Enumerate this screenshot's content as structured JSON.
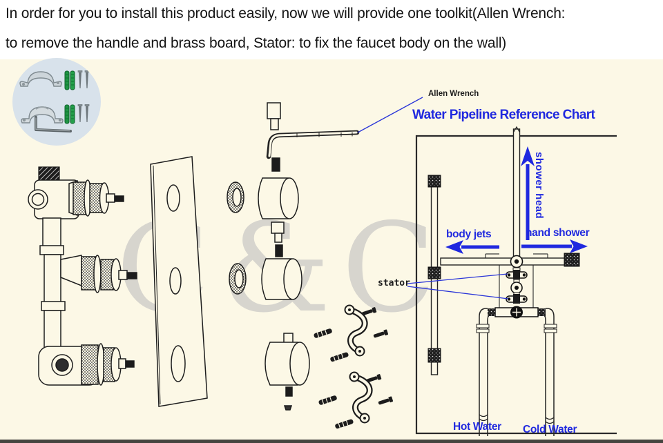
{
  "header": {
    "line1": "In order for you to install this product easily, now we will provide one toolkit(Allen Wrench:",
    "line2": "to remove the handle and brass board, Stator: to fix the faucet body on the wall)"
  },
  "diagram": {
    "allen_wrench_label": "Allen Wrench",
    "stator_label": "stator"
  },
  "chart": {
    "title": "Water Pipeline Reference Chart",
    "shower_head": "shower head",
    "body_jets": "body jets",
    "hand_shower": "hand shower",
    "hot_water": "Hot Water",
    "cold_water": "Cold Water"
  },
  "watermark": "C&C",
  "toolkit_photo": {
    "items": [
      "pipe-clamp",
      "pipe-clamp",
      "wall-anchors",
      "screws",
      "allen-wrench"
    ]
  },
  "colors": {
    "background": "#fcf8e6",
    "banner": "#ffffff",
    "accent_blue": "#2029df",
    "line_black": "#1d1d1d",
    "photo_background": "#d8e2eb",
    "anchor_green": "#1f9544",
    "watermark_gray": "#d7d5ce",
    "bottom_strip": "#45443f"
  }
}
